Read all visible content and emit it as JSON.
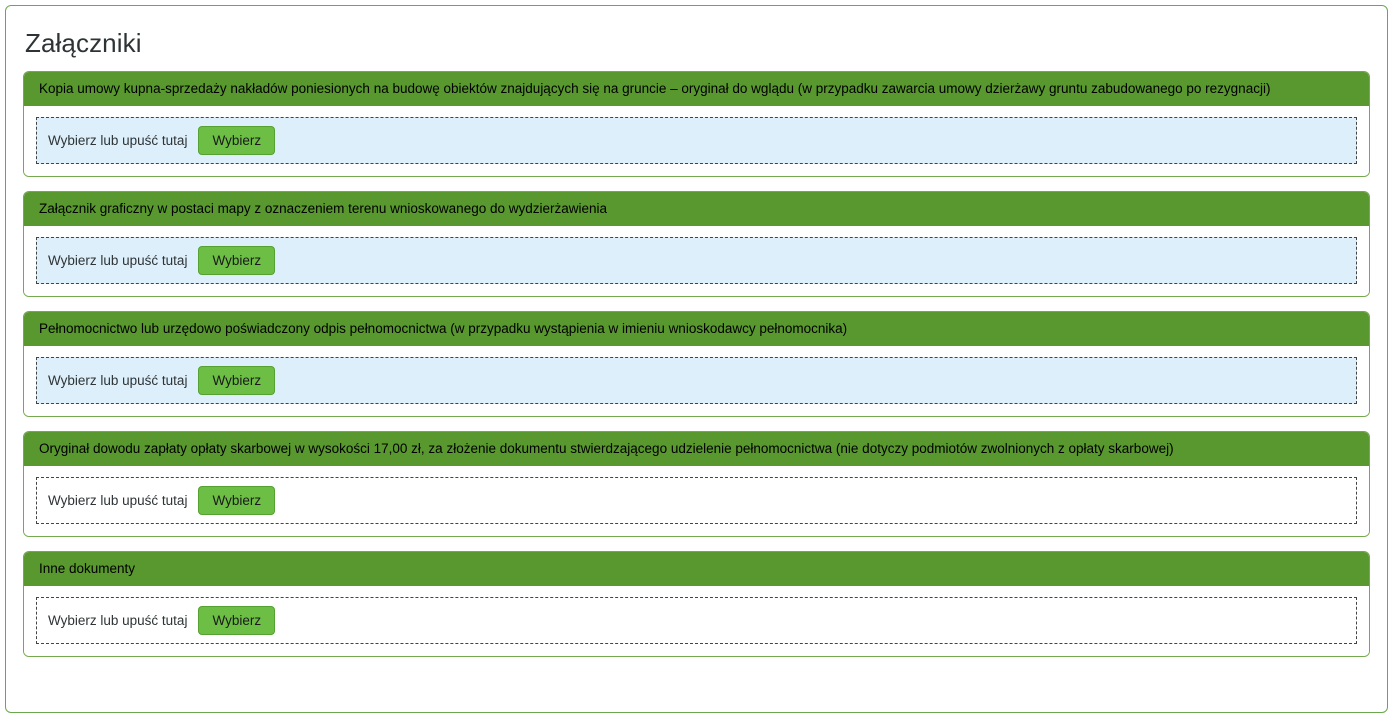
{
  "page": {
    "title": "Załączniki",
    "border_color": "#6aa84f",
    "background": "#ffffff"
  },
  "theme": {
    "header_green": "#58982f",
    "card_border_green": "#76a94f",
    "button_green": "#6cbe45",
    "button_border_green": "#55a132",
    "dropzone_blue": "#ddeffb",
    "dropzone_border": "#444444",
    "title_color": "#2e3436"
  },
  "common": {
    "dropzone_label": "Wybierz lub upuść tutaj",
    "choose_button_label": "Wybierz"
  },
  "attachments": [
    {
      "header": "Kopia umowy kupna-sprzedaży nakładów poniesionych na budowę obiektów znajdujących się na gruncie – oryginał do wglądu (w przypadku zawarcia umowy dzierżawy gruntu zabudowanego po rezygnacji)",
      "dropzone_label": "Wybierz lub upuść tutaj",
      "choose_button_label": "Wybierz",
      "dropzone_highlighted": true
    },
    {
      "header": "Załącznik graficzny w postaci mapy z oznaczeniem terenu wnioskowanego do wydzierżawienia",
      "dropzone_label": "Wybierz lub upuść tutaj",
      "choose_button_label": "Wybierz",
      "dropzone_highlighted": true
    },
    {
      "header": "Pełnomocnictwo lub urzędowo poświadczony odpis pełnomocnictwa (w przypadku wystąpienia w imieniu wnioskodawcy pełnomocnika)",
      "dropzone_label": "Wybierz lub upuść tutaj",
      "choose_button_label": "Wybierz",
      "dropzone_highlighted": true
    },
    {
      "header": "Oryginał dowodu zapłaty opłaty skarbowej w wysokości 17,00 zł, za złożenie dokumentu stwierdzającego udzielenie pełnomocnictwa (nie dotyczy podmiotów zwolnionych z opłaty skarbowej)",
      "dropzone_label": "Wybierz lub upuść tutaj",
      "choose_button_label": "Wybierz",
      "dropzone_highlighted": false
    },
    {
      "header": "Inne dokumenty",
      "dropzone_label": "Wybierz lub upuść tutaj",
      "choose_button_label": "Wybierz",
      "dropzone_highlighted": false
    }
  ]
}
